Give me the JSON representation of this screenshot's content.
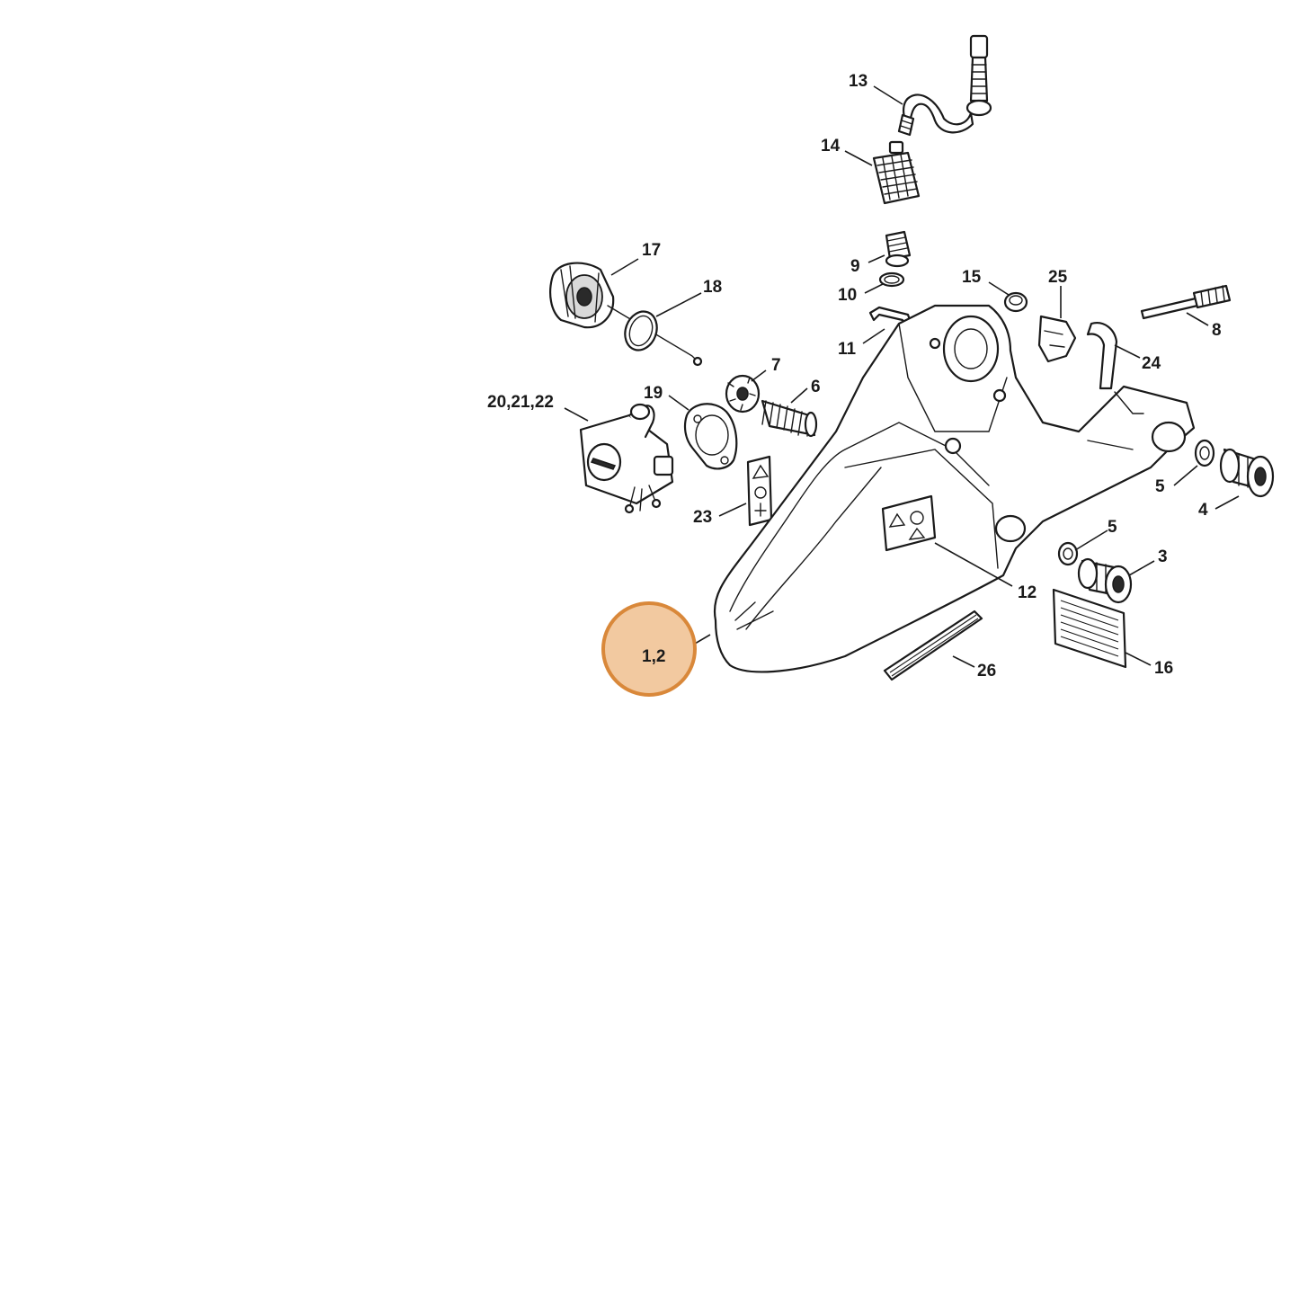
{
  "highlight": {
    "label": "1,2",
    "fill_color": "#f2c9a0",
    "stroke_color": "#d9883a"
  },
  "callouts": [
    {
      "id": "13",
      "label": "13"
    },
    {
      "id": "14",
      "label": "14"
    },
    {
      "id": "17",
      "label": "17"
    },
    {
      "id": "18",
      "label": "18"
    },
    {
      "id": "9",
      "label": "9"
    },
    {
      "id": "10",
      "label": "10"
    },
    {
      "id": "15",
      "label": "15"
    },
    {
      "id": "25",
      "label": "25"
    },
    {
      "id": "8",
      "label": "8"
    },
    {
      "id": "11",
      "label": "11"
    },
    {
      "id": "24",
      "label": "24"
    },
    {
      "id": "7",
      "label": "7"
    },
    {
      "id": "6",
      "label": "6"
    },
    {
      "id": "19",
      "label": "19"
    },
    {
      "id": "20-21-22",
      "label": "20,21,22"
    },
    {
      "id": "23",
      "label": "23"
    },
    {
      "id": "5a",
      "label": "5"
    },
    {
      "id": "4",
      "label": "4"
    },
    {
      "id": "5b",
      "label": "5"
    },
    {
      "id": "3",
      "label": "3"
    },
    {
      "id": "12",
      "label": "12"
    },
    {
      "id": "16",
      "label": "16"
    },
    {
      "id": "26",
      "label": "26"
    }
  ]
}
